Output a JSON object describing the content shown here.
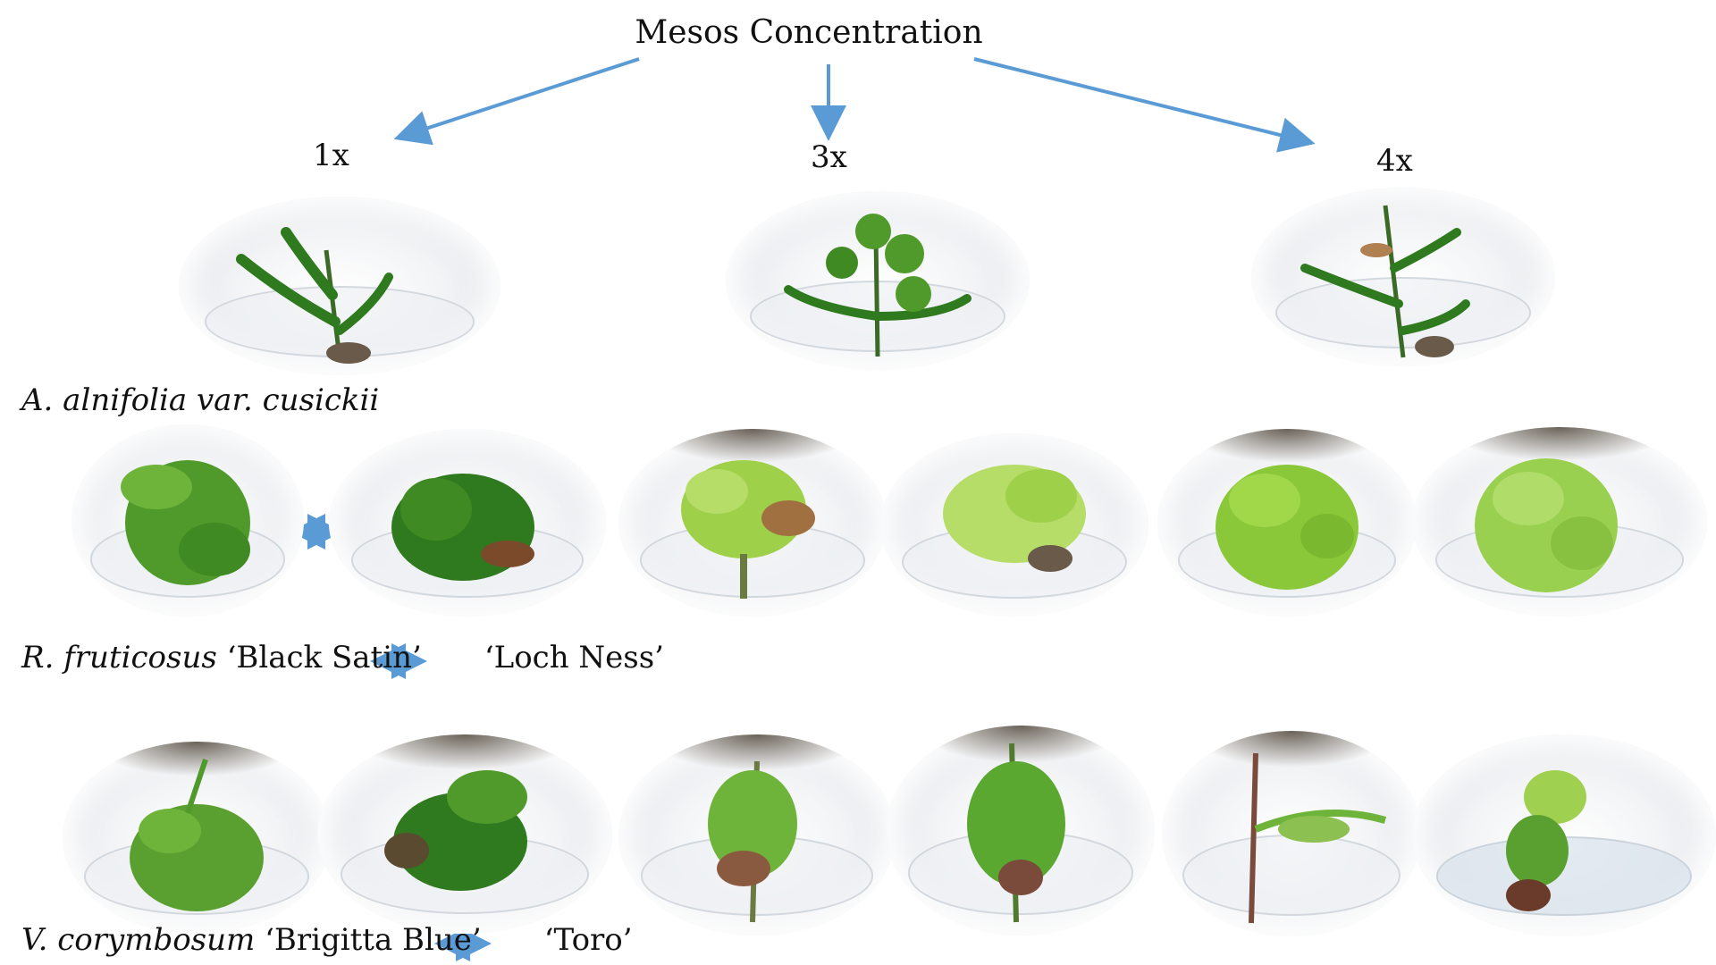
{
  "title": "Mesos Concentration",
  "concentrations": [
    "1x",
    "3x",
    "4x"
  ],
  "species": [
    {
      "genus": "A. alnifolia var. cusickii",
      "cultivars": ""
    },
    {
      "genus": "R. fruticosus",
      "cultivar_a": "‘Black Satin’",
      "cultivar_b": "‘Loch Ness’"
    },
    {
      "genus": "V. corymbosum",
      "cultivar_a": "‘Brigitta Blue’",
      "cultivar_b": "‘Toro’"
    }
  ],
  "colors": {
    "arrow": "#5b9bd5",
    "leaf_dark": "#2f7a1f",
    "leaf_mid": "#4f9a2a",
    "leaf_light": "#9fd04a",
    "stem_brown": "#7a4a2a"
  },
  "icons": {
    "down_arrow": "arrow-icon",
    "double_arrow": "double-arrow-icon"
  }
}
